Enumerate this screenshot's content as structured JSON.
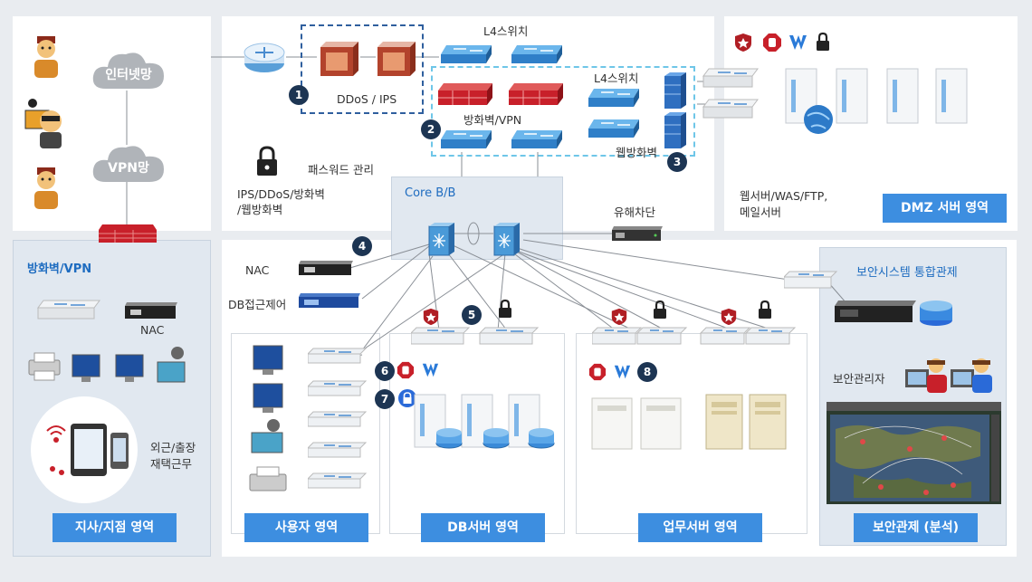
{
  "internet": {
    "internet_cloud": "인터넷망",
    "vpn_cloud": "VPN망"
  },
  "top": {
    "l4_top": "L4스위치",
    "ddos_ips": "DDoS / IPS",
    "l4_right": "L4스위치",
    "fw_vpn": "방화벽/VPN",
    "waf": "웹방화벽",
    "password_mgmt": "패스워드 관리",
    "ips_caption_line1": "IPS/DDoS/방화벽",
    "ips_caption_line2": "/웹방화벽",
    "core": "Core B/B",
    "harmful_block": "유해차단"
  },
  "dmz": {
    "caption_line1": "웹서버/WAS/FTP,",
    "caption_line2": "메일서버",
    "label": "DMZ 서버 영역"
  },
  "branch": {
    "title": "방화벽/VPN",
    "nac": "NAC",
    "remote_line1": "외근/출장",
    "remote_line2": "재택근무",
    "label": "지사/지점 영역"
  },
  "middle": {
    "nac": "NAC",
    "db_access": "DB접근제어"
  },
  "zones": {
    "user": "사용자 영역",
    "db": "DB서버 영역",
    "biz": "업무서버 영역"
  },
  "monitoring": {
    "title": "보안시스템 통합관제",
    "admin": "보안관리자",
    "label": "보안관제 (분석)"
  },
  "numbers": {
    "n1": "1",
    "n2": "2",
    "n3": "3",
    "n4": "4",
    "n5": "5",
    "n6": "6",
    "n7": "7",
    "n8": "8"
  },
  "colors": {
    "label_bg": "#3d8ee0",
    "badge": "#1d3553",
    "firewall": "#c8202a",
    "switch": "#3a8fd8"
  }
}
